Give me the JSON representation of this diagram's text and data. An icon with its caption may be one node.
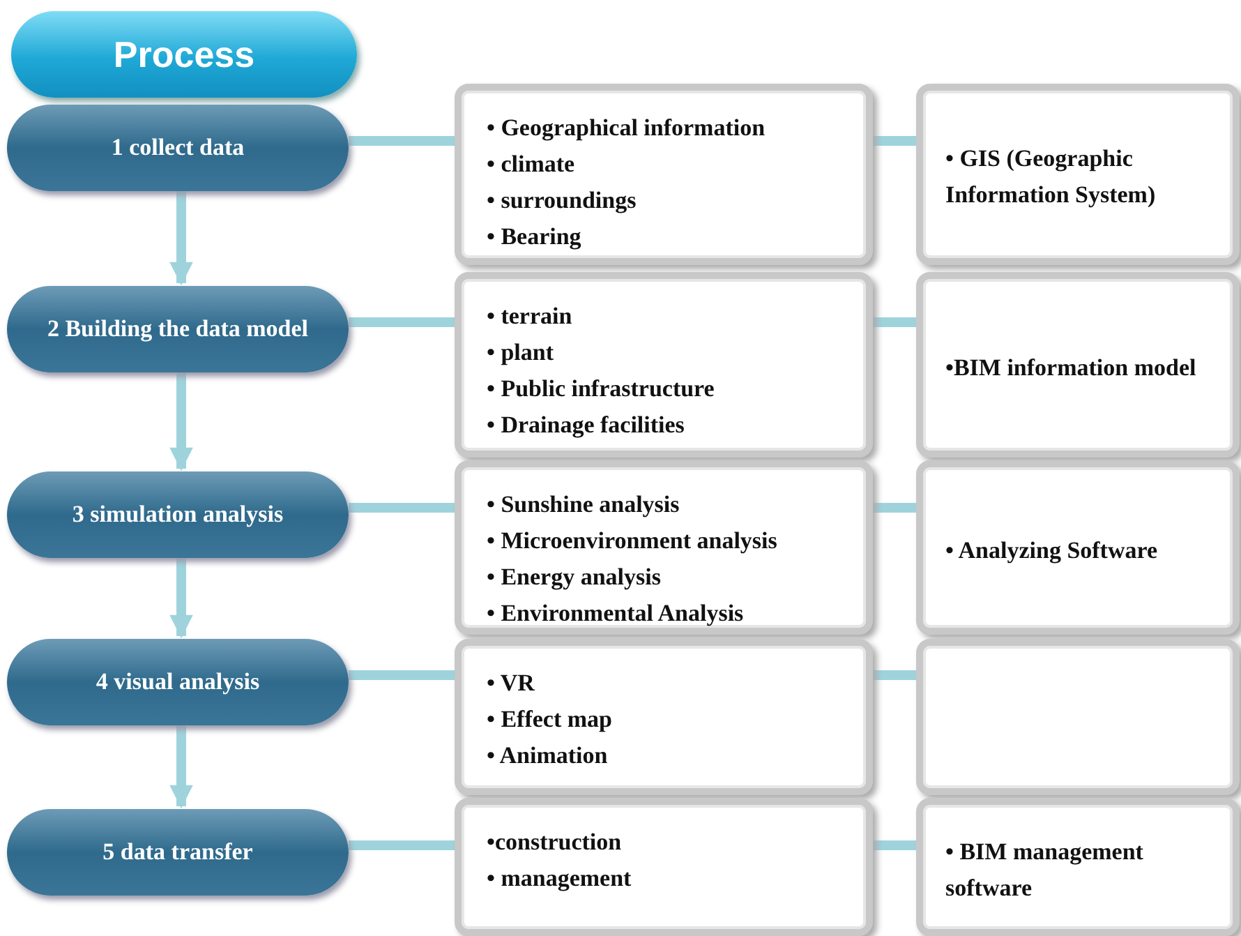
{
  "diagram": {
    "nodes": [
      {
        "text": [
          "Process"
        ]
      },
      {
        "text": [
          "1 collect data"
        ]
      },
      {
        "text": [
          "• Geographical information",
          "• climate",
          "• surroundings",
          "• Bearing"
        ]
      },
      {
        "text": [
          "• GIS (Geographic Information System)"
        ]
      },
      {
        "text": [
          "2 Building the data model"
        ]
      },
      {
        "text": [
          "• terrain",
          "• plant",
          "• Public infrastructure",
          "• Drainage facilities"
        ]
      },
      {
        "text": [
          "•BIM information model"
        ]
      },
      {
        "text": [
          "3 simulation analysis"
        ]
      },
      {
        "text": [
          "• Sunshine analysis",
          "• Microenvironment analysis",
          "• Energy analysis",
          "• Environmental Analysis"
        ]
      },
      {
        "text": [
          "• Analyzing Software"
        ]
      },
      {
        "text": [
          "4 visual analysis"
        ]
      },
      {
        "text": [
          "• VR",
          "• Effect map",
          "• Animation"
        ]
      },
      {
        "text": [],
        "shape": "box"
      },
      {
        "text": [
          "5 data transfer"
        ]
      },
      {
        "text": [
          "•construction",
          "• management"
        ]
      },
      {
        "text": [
          "• BIM management software"
        ]
      }
    ],
    "edges": [
      {
        "from": 1,
        "to": 2,
        "arrow": "none"
      },
      {
        "from": 2,
        "to": 3,
        "arrow": "none"
      },
      {
        "from": 1,
        "to": 4,
        "arrow": "to"
      },
      {
        "from": 4,
        "to": 5,
        "arrow": "none"
      },
      {
        "from": 5,
        "to": 6,
        "arrow": "none"
      },
      {
        "from": 4,
        "to": 7,
        "arrow": "to"
      },
      {
        "from": 7,
        "to": 8,
        "arrow": "none"
      },
      {
        "from": 8,
        "to": 9,
        "arrow": "none"
      },
      {
        "from": 7,
        "to": 10,
        "arrow": "to"
      },
      {
        "from": 10,
        "to": 11,
        "arrow": "none"
      },
      {
        "from": 11,
        "to": 12,
        "arrow": "none"
      },
      {
        "from": 10,
        "to": 13,
        "arrow": "to"
      },
      {
        "from": 13,
        "to": 14,
        "arrow": "none"
      },
      {
        "from": 14,
        "to": 15,
        "arrow": "none"
      }
    ]
  }
}
